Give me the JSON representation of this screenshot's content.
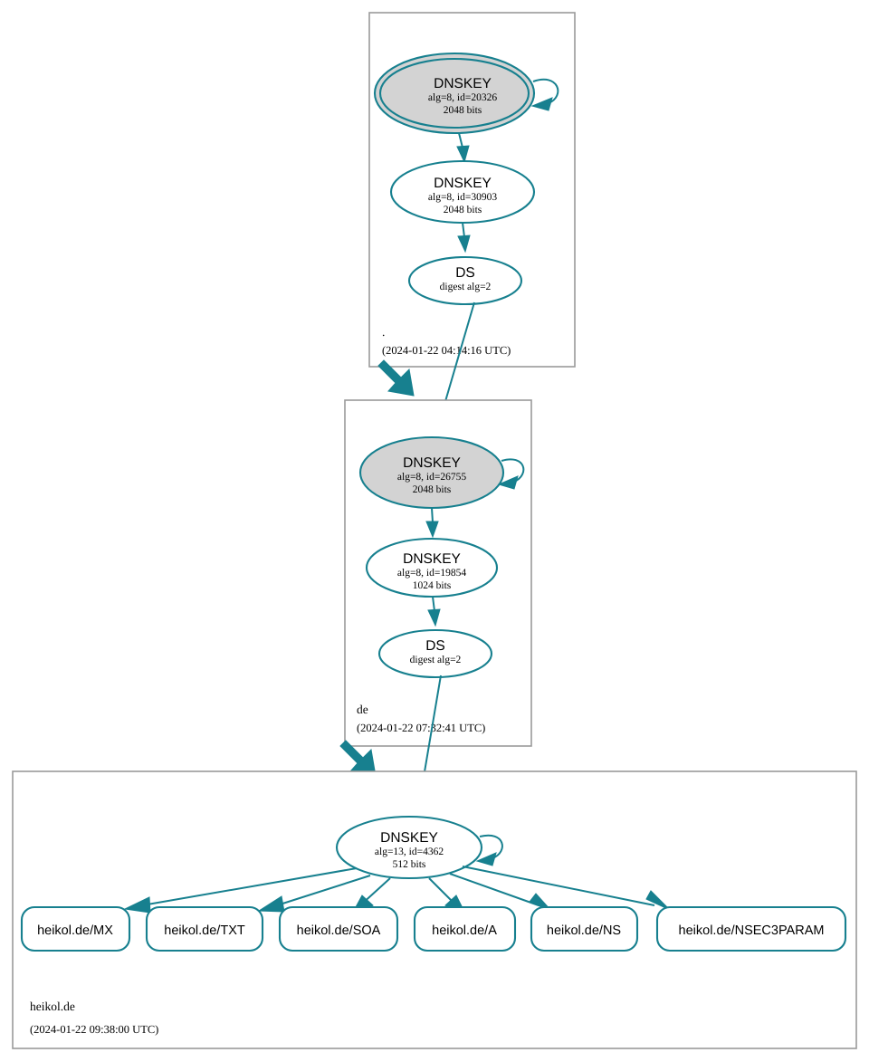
{
  "diagram": {
    "type": "dnssec-chain-of-trust",
    "accent_color": "#17808f",
    "zone_box_stroke": "#9a9a9a",
    "ksk_fill": "#d3d3d3",
    "node_fill": "#ffffff"
  },
  "zones": [
    {
      "id": "root",
      "name": ".",
      "timestamp": "(2024-01-22 04:14:16 UTC)",
      "nodes": [
        {
          "id": "root-ksk",
          "kind": "DNSKEY",
          "title": "DNSKEY",
          "line2": "alg=8, id=20326",
          "line3": "2048 bits",
          "trust_anchor": true,
          "fill": "#d3d3d3",
          "self_signed": true
        },
        {
          "id": "root-zsk",
          "kind": "DNSKEY",
          "title": "DNSKEY",
          "line2": "alg=8, id=30903",
          "line3": "2048 bits",
          "trust_anchor": false,
          "fill": "#ffffff",
          "self_signed": false
        },
        {
          "id": "root-ds",
          "kind": "DS",
          "title": "DS",
          "line2": "digest alg=2",
          "line3": "",
          "trust_anchor": false,
          "fill": "#ffffff",
          "self_signed": false
        }
      ]
    },
    {
      "id": "de",
      "name": "de",
      "timestamp": "(2024-01-22 07:32:41 UTC)",
      "nodes": [
        {
          "id": "de-ksk",
          "kind": "DNSKEY",
          "title": "DNSKEY",
          "line2": "alg=8, id=26755",
          "line3": "2048 bits",
          "trust_anchor": false,
          "fill": "#d3d3d3",
          "self_signed": true
        },
        {
          "id": "de-zsk",
          "kind": "DNSKEY",
          "title": "DNSKEY",
          "line2": "alg=8, id=19854",
          "line3": "1024 bits",
          "trust_anchor": false,
          "fill": "#ffffff",
          "self_signed": false
        },
        {
          "id": "de-ds",
          "kind": "DS",
          "title": "DS",
          "line2": "digest alg=2",
          "line3": "",
          "trust_anchor": false,
          "fill": "#ffffff",
          "self_signed": false
        }
      ]
    },
    {
      "id": "heikol",
      "name": "heikol.de",
      "timestamp": "(2024-01-22 09:38:00 UTC)",
      "nodes": [
        {
          "id": "heikol-csk",
          "kind": "DNSKEY",
          "title": "DNSKEY",
          "line2": "alg=13, id=4362",
          "line3": "512 bits",
          "trust_anchor": false,
          "fill": "#ffffff",
          "self_signed": true
        }
      ],
      "rrsets": [
        {
          "id": "rr-mx",
          "label": "heikol.de/MX"
        },
        {
          "id": "rr-txt",
          "label": "heikol.de/TXT"
        },
        {
          "id": "rr-soa",
          "label": "heikol.de/SOA"
        },
        {
          "id": "rr-a",
          "label": "heikol.de/A"
        },
        {
          "id": "rr-ns",
          "label": "heikol.de/NS"
        },
        {
          "id": "rr-nsec3param",
          "label": "heikol.de/NSEC3PARAM"
        }
      ]
    }
  ]
}
